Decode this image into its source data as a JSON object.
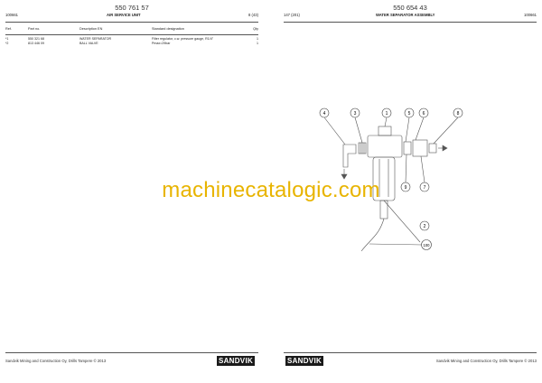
{
  "left_page": {
    "doc_number": "550 761 57",
    "ref_code": "100661",
    "title": "AIR SERVICE UNIT",
    "page_ref": "8 (43)",
    "columns": {
      "ref": "Ref.",
      "part_no": "Part no.",
      "description": "Description EN",
      "standard": "Standard designation",
      "qty": "Qty"
    },
    "rows": [
      {
        "ref": "*1",
        "part_no": "550 321 68",
        "description": "WATER SEPARATOR",
        "standard": "Filter regulator, c.w. pressure gauge, R1/4\"",
        "qty": "1"
      },
      {
        "ref": "*2",
        "part_no": "813 446 09",
        "description": "BALL VALVE",
        "standard": "Pmax=29bar",
        "qty": "1"
      }
    ],
    "footer": "Sandvik Mining and Construction Oy, Drills Tampere © 2013",
    "logo": "SANDVIK"
  },
  "right_page": {
    "doc_number": "550 654 43",
    "page_ref": "147 (201)",
    "title": "WATER SEPARATOR ASSEMBLY",
    "ref_code": "100661",
    "footer": "Sandvik Mining and Construction Oy, Drills Tampere © 2013",
    "logo": "SANDVIK",
    "callouts": [
      "4",
      "3",
      "1",
      "5",
      "6",
      "8",
      "9",
      "7",
      "2",
      "100"
    ]
  },
  "watermark": "machinecatalogic.com"
}
